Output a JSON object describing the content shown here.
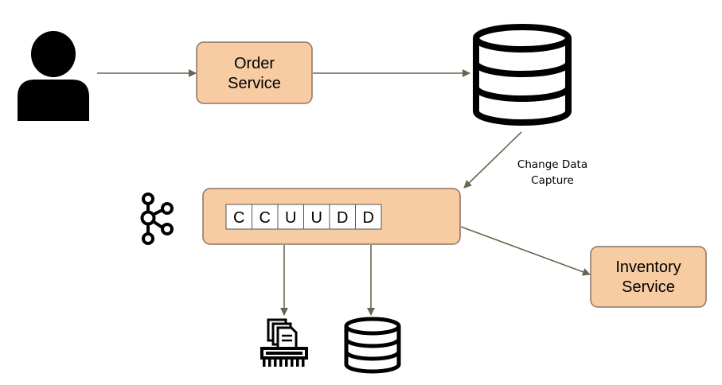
{
  "colors": {
    "box_fill": "#f8cca2",
    "box_stroke": "#8a7461",
    "arrow": "#6b6450",
    "icon": "#000000"
  },
  "nodes": {
    "user": {
      "icon": "user-icon"
    },
    "order_service": {
      "line1": "Order",
      "line2": "Service"
    },
    "database": {
      "icon": "database-icon"
    },
    "kafka": {
      "icon": "kafka-icon"
    },
    "event_log": {
      "events": [
        "C",
        "C",
        "U",
        "U",
        "D",
        "D"
      ]
    },
    "inventory_service": {
      "line1": "Inventory",
      "line2": "Service"
    },
    "chip": {
      "icon": "chip-icon"
    },
    "archive_db": {
      "icon": "database-icon"
    }
  },
  "edges": {
    "cdc": {
      "label_line1": "Change Data",
      "label_line2": "Capture"
    }
  }
}
